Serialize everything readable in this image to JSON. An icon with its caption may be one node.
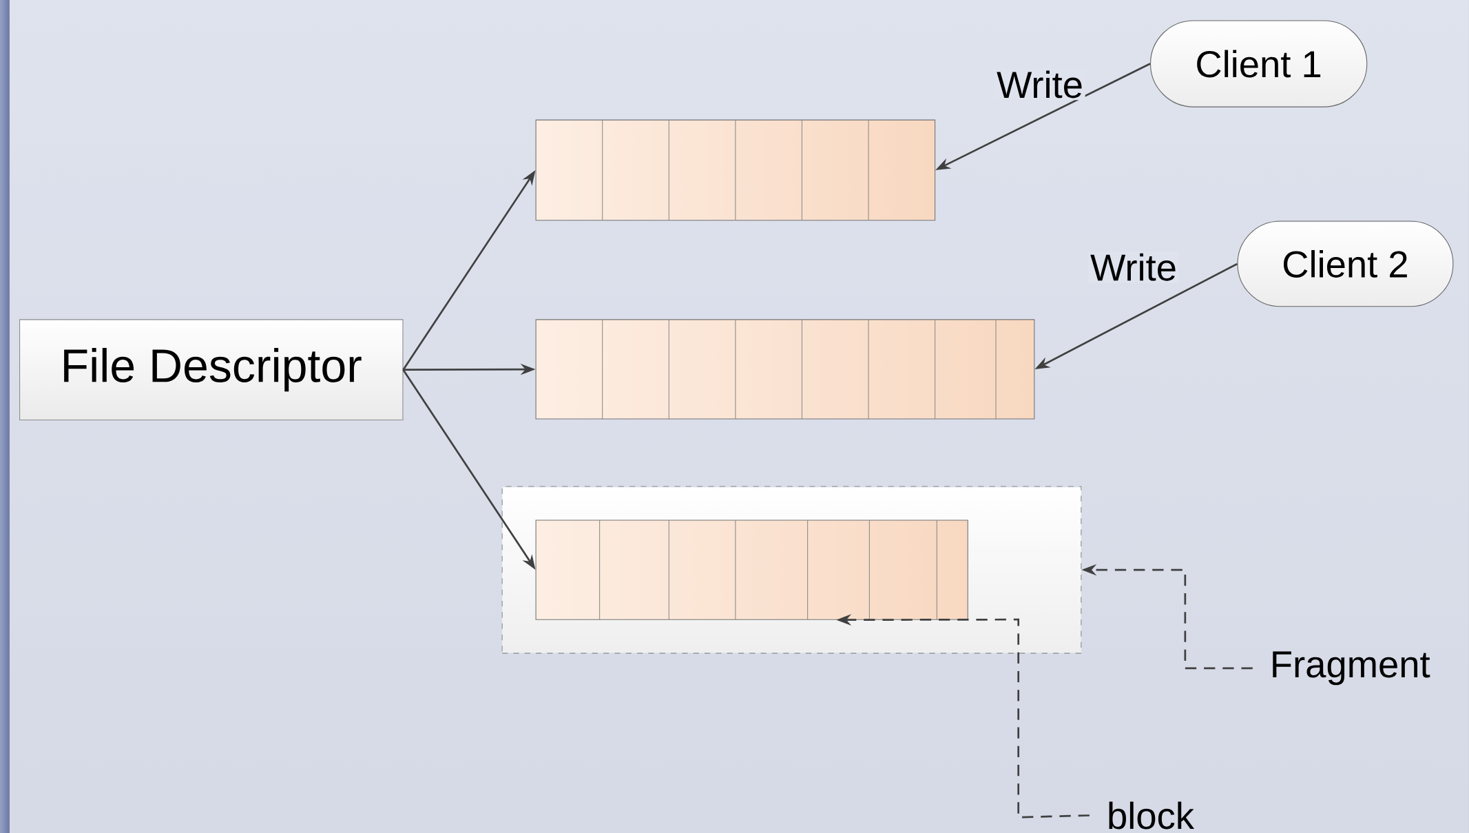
{
  "diagram": {
    "nodes": [
      {
        "text": [
          "File Descriptor"
        ]
      },
      {
        "text": [],
        "shape": "bar"
      },
      {
        "text": [],
        "shape": "bar"
      },
      {
        "text": [],
        "shape": "box"
      },
      {
        "text": [],
        "shape": "bar",
        "in": 3
      },
      {
        "text": [
          "Client 1"
        ]
      },
      {
        "text": [
          "Client 2"
        ]
      },
      {
        "text": [
          "Fragment"
        ]
      },
      {
        "text": [
          "block"
        ]
      }
    ],
    "edges": [
      {
        "from": 0,
        "to": 1,
        "arrow": "to"
      },
      {
        "from": 0,
        "to": 2,
        "arrow": "to"
      },
      {
        "from": 0,
        "to": 4,
        "arrow": "to"
      },
      {
        "from": 5,
        "to": 1,
        "arrow": "to",
        "label": "Write"
      },
      {
        "from": 6,
        "to": 2,
        "arrow": "to",
        "label": "Write"
      },
      {
        "from": 7,
        "to": 3,
        "arrow": "to",
        "style": "dashed"
      },
      {
        "from": 8,
        "to": 4,
        "arrow": "to",
        "style": "dashed"
      }
    ]
  }
}
